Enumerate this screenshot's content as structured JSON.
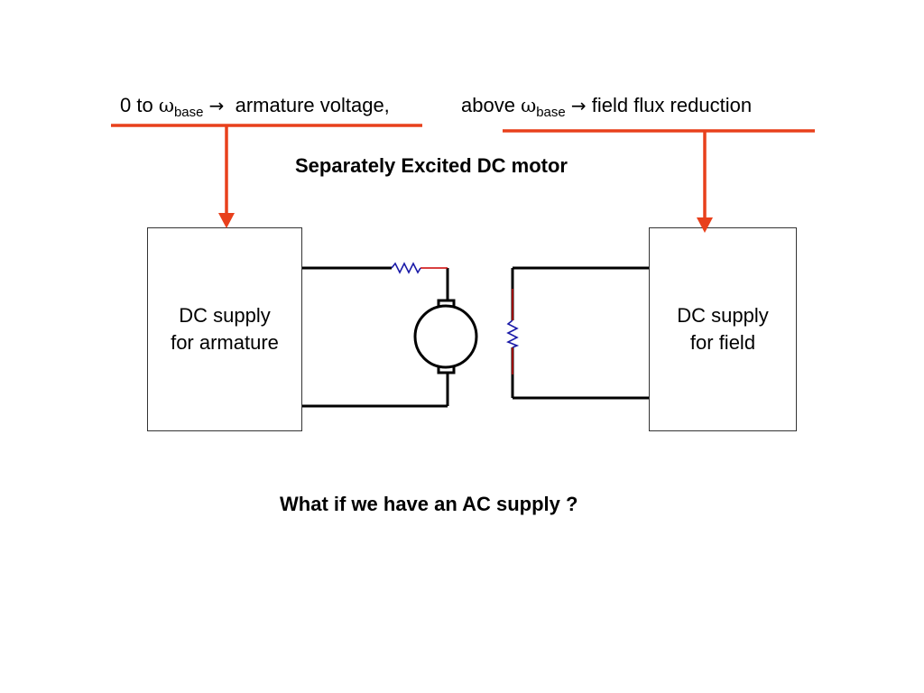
{
  "header": {
    "left": {
      "prefix": "0 to ",
      "omega": "ω",
      "subscript": "base",
      "arrow": "→",
      "text": "armature voltage,"
    },
    "right": {
      "prefix": "above ",
      "omega": "ω",
      "subscript": "base",
      "arrow": "→",
      "text": "field flux reduction"
    }
  },
  "diagram": {
    "title": "Separately Excited DC motor",
    "armature_box": {
      "line1": "DC supply",
      "line2": "for armature"
    },
    "field_box": {
      "line1": "DC supply",
      "line2": "for field"
    }
  },
  "question": "What if we have an AC supply ?",
  "colors": {
    "accent_arrow": "#e8401c",
    "resistor": "#1a1aa8",
    "wire": "#000000",
    "wire_tint": "#cc0000"
  },
  "icons": [
    "arrow-down-icon",
    "resistor-icon",
    "dc-motor-icon"
  ]
}
